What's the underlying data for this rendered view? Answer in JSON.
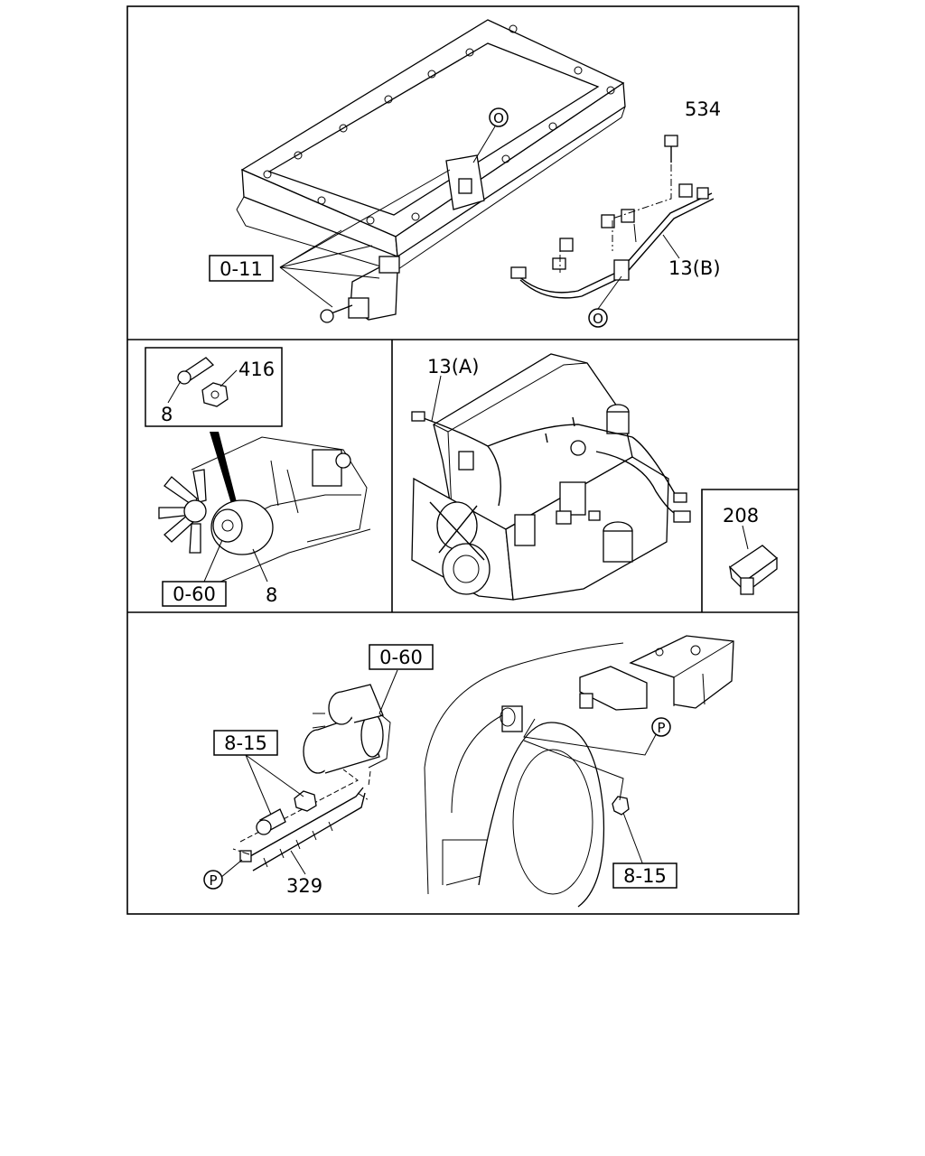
{
  "labels": {
    "panel1": {
      "part_534": "534",
      "ref_o_top": "O",
      "ref_0_11": "0-11",
      "harness_13b": "13(B)",
      "ref_o_bottom": "O"
    },
    "panel2": {
      "part_416": "416",
      "part_8_inset": "8",
      "ref_0_60": "0-60",
      "part_8": "8"
    },
    "panel3": {
      "harness_13a": "13(A)",
      "part_208": "208"
    },
    "panel4": {
      "ref_0_60": "0-60",
      "ref_8_15_left": "8-15",
      "ref_p_left": "P",
      "part_329": "329",
      "ref_p_right": "P",
      "ref_8_15_right": "8-15"
    }
  }
}
